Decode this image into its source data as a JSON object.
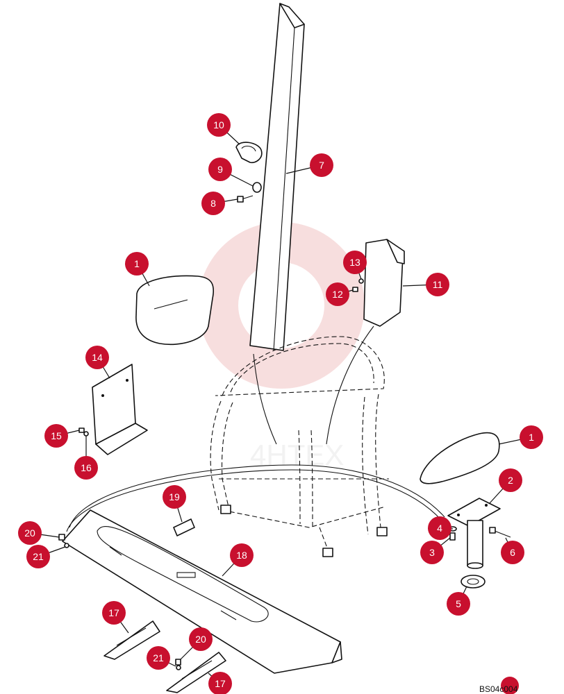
{
  "callouts": {
    "c1a": "1",
    "c1b": "1",
    "c2": "2",
    "c3": "3",
    "c4": "4",
    "c5": "5",
    "c6": "6",
    "c7": "7",
    "c8": "8",
    "c9": "9",
    "c10": "10",
    "c11": "11",
    "c12": "12",
    "c13": "13",
    "c14": "14",
    "c15": "15",
    "c16": "16",
    "c17a": "17",
    "c17b": "17",
    "c18": "18",
    "c19": "19",
    "c20a": "20",
    "c20b": "20",
    "c21a": "21",
    "c21b": "21"
  },
  "drawing_code": "BS04c004",
  "colors": {
    "callout": "#c8102e",
    "line": "#111111",
    "watermark": "#f2c4c4"
  }
}
